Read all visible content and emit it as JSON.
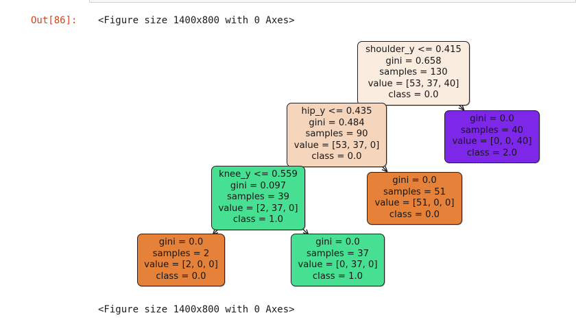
{
  "notebook": {
    "cell_stub_text": "",
    "out_prompt": "Out[86]:",
    "out_text": "<Figure size 1400x800 with 0 Axes>",
    "bottom_text": "<Figure size 1400x800 with 0 Axes>"
  },
  "colors": {
    "root_fill": "#fbece0",
    "branch_fill": "#f6d5bd",
    "orange_fill": "#e58139",
    "green_fill": "#47e093",
    "purple_fill": "#7d27e8",
    "edge": "#231f20",
    "prompt": "#d84315"
  },
  "chart_data": {
    "type": "tree",
    "title": "Decision Tree (sklearn plot_tree)",
    "criterion": "gini",
    "class_names": [
      "0.0",
      "1.0",
      "2.0"
    ],
    "feature_names": [
      "shoulder_y",
      "hip_y",
      "knee_y"
    ],
    "total_samples": 130,
    "nodes": [
      {
        "id": "root",
        "condition": "shoulder_y <= 0.415",
        "gini": "gini = 0.658",
        "samples": "samples = 130",
        "value": "value = [53, 37, 40]",
        "cls": "class = 0.0",
        "fill": "#fbece0",
        "gini_num": 0.658,
        "samples_num": 130,
        "value_num": [
          53,
          37,
          40
        ],
        "class_num": 0.0,
        "depth": 0
      },
      {
        "id": "hip",
        "condition": "hip_y <= 0.435",
        "gini": "gini = 0.484",
        "samples": "samples = 90",
        "value": "value = [53, 37, 0]",
        "cls": "class = 0.0",
        "fill": "#f6d5bd",
        "gini_num": 0.484,
        "samples_num": 90,
        "value_num": [
          53,
          37,
          0
        ],
        "class_num": 0.0,
        "depth": 1
      },
      {
        "id": "purple",
        "condition": "",
        "gini": "gini = 0.0",
        "samples": "samples = 40",
        "value": "value = [0, 0, 40]",
        "cls": "class = 2.0",
        "fill": "#7d27e8",
        "gini_num": 0.0,
        "samples_num": 40,
        "value_num": [
          0,
          0,
          40
        ],
        "class_num": 2.0,
        "depth": 1
      },
      {
        "id": "knee",
        "condition": "knee_y <= 0.559",
        "gini": "gini = 0.097",
        "samples": "samples = 39",
        "value": "value = [2, 37, 0]",
        "cls": "class = 1.0",
        "fill": "#47e093",
        "gini_num": 0.097,
        "samples_num": 39,
        "value_num": [
          2,
          37,
          0
        ],
        "class_num": 1.0,
        "depth": 2
      },
      {
        "id": "orange51",
        "condition": "",
        "gini": "gini = 0.0",
        "samples": "samples = 51",
        "value": "value = [51, 0, 0]",
        "cls": "class = 0.0",
        "fill": "#e58139",
        "gini_num": 0.0,
        "samples_num": 51,
        "value_num": [
          51,
          0,
          0
        ],
        "class_num": 0.0,
        "depth": 2
      },
      {
        "id": "orange2",
        "condition": "",
        "gini": "gini = 0.0",
        "samples": "samples = 2",
        "value": "value = [2, 0, 0]",
        "cls": "class = 0.0",
        "fill": "#e58139",
        "gini_num": 0.0,
        "samples_num": 2,
        "value_num": [
          2,
          0,
          0
        ],
        "class_num": 0.0,
        "depth": 3
      },
      {
        "id": "green37",
        "condition": "",
        "gini": "gini = 0.0",
        "samples": "samples = 37",
        "value": "value = [0, 37, 0]",
        "cls": "class = 1.0",
        "fill": "#47e093",
        "gini_num": 0.0,
        "samples_num": 37,
        "value_num": [
          0,
          37,
          0
        ],
        "class_num": 1.0,
        "depth": 3
      }
    ],
    "edges": [
      {
        "from": "root",
        "to": "hip",
        "branch": "True"
      },
      {
        "from": "root",
        "to": "purple",
        "branch": "False"
      },
      {
        "from": "hip",
        "to": "knee",
        "branch": "True"
      },
      {
        "from": "hip",
        "to": "orange51",
        "branch": "False"
      },
      {
        "from": "knee",
        "to": "orange2",
        "branch": "True"
      },
      {
        "from": "knee",
        "to": "green37",
        "branch": "False"
      }
    ]
  }
}
